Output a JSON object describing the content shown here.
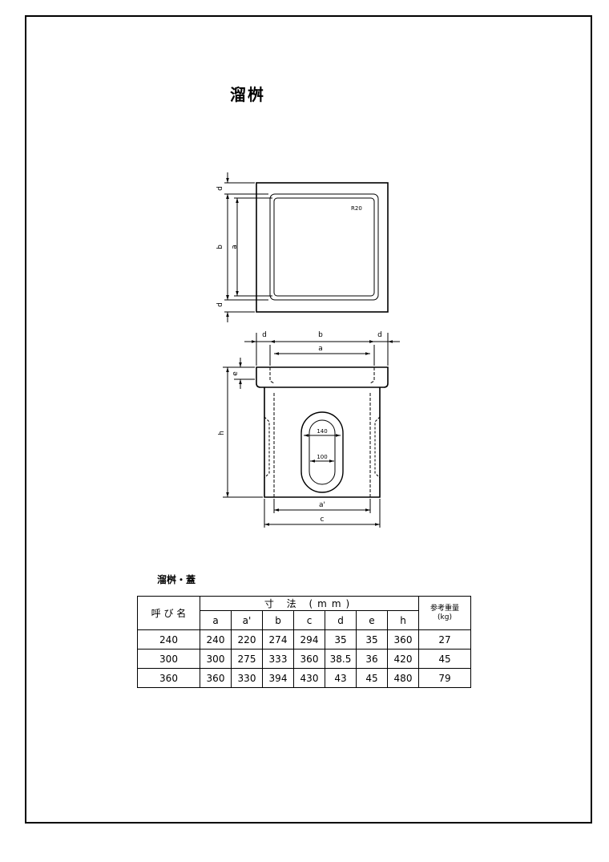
{
  "title": "溜桝",
  "plan_labels": {
    "d_top": "d",
    "b": "b",
    "a": "a",
    "d_bottom": "d",
    "radius": "R20"
  },
  "elev_labels": {
    "d_left": "d",
    "b": "b",
    "d_right": "d",
    "a": "a",
    "e": "e",
    "h": "h",
    "hole_outer": "140",
    "hole_inner": "100",
    "a_prime": "a'",
    "c": "c"
  },
  "table": {
    "caption": "溜桝・蓋",
    "name_header": "呼 び 名",
    "dim_header": "寸 法 (mm)",
    "columns": [
      "a",
      "a'",
      "b",
      "c",
      "d",
      "e",
      "h"
    ],
    "weight_header_line1": "参考重量",
    "weight_header_line2": "(kg)",
    "rows": [
      {
        "name": "240",
        "a": "240",
        "a_prime": "220",
        "b": "274",
        "c": "294",
        "d": "35",
        "e": "35",
        "h": "360",
        "weight": "27"
      },
      {
        "name": "300",
        "a": "300",
        "a_prime": "275",
        "b": "333",
        "c": "360",
        "d": "38.5",
        "e": "36",
        "h": "420",
        "weight": "45"
      },
      {
        "name": "360",
        "a": "360",
        "a_prime": "330",
        "b": "394",
        "c": "430",
        "d": "43",
        "e": "45",
        "h": "480",
        "weight": "79"
      }
    ]
  }
}
